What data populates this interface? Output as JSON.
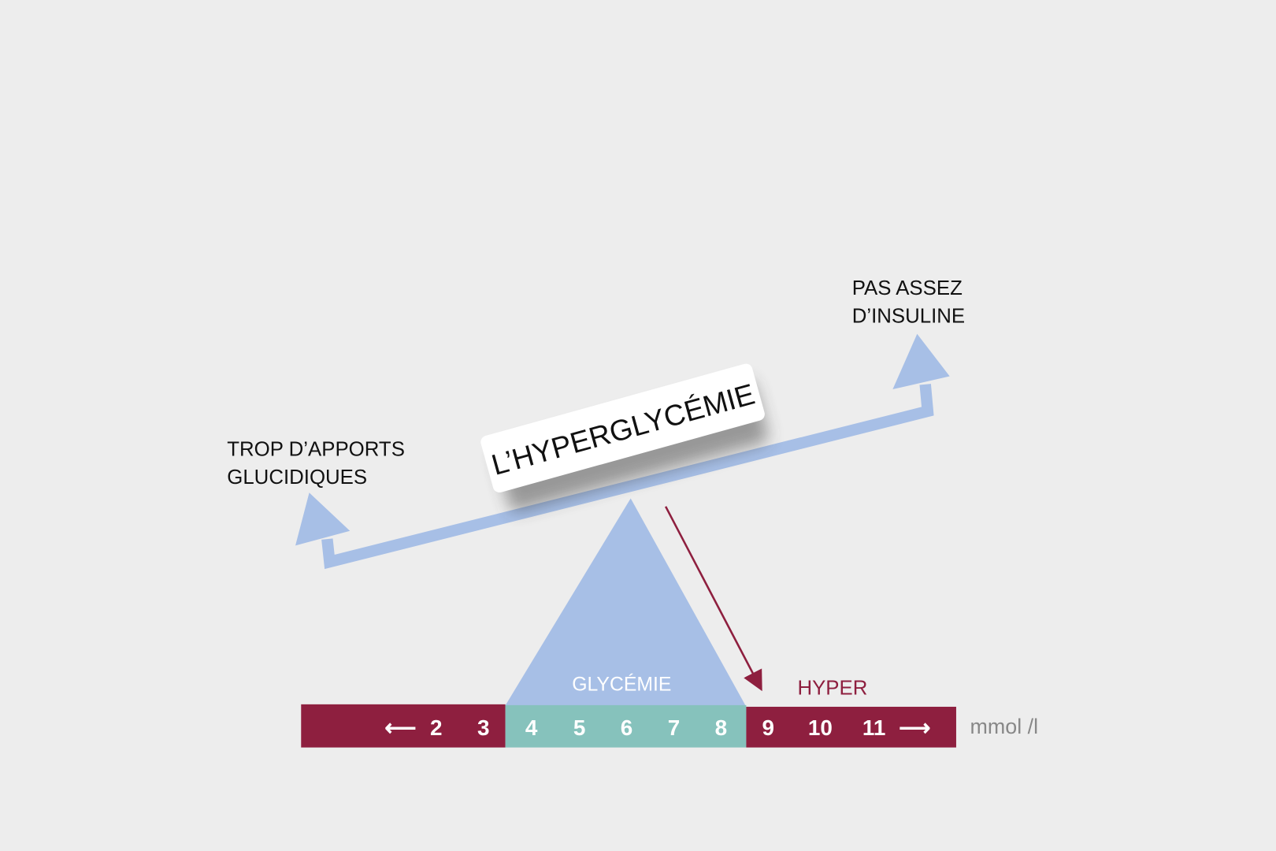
{
  "title": "L’HYPERGLYCÉMIE",
  "left_cause": [
    "TROP D’APPORTS",
    "GLUCIDIQUES"
  ],
  "right_cause": [
    "PAS ASSEZ",
    "D’INSULINE"
  ],
  "fulcrum_label": "GLYCÉMIE",
  "zone_label": "HYPER",
  "scale": {
    "left_arrow": "⟵",
    "right_arrow": "⟶",
    "low_values": [
      "2",
      "3"
    ],
    "normal_values": [
      "4",
      "5",
      "6",
      "7",
      "8"
    ],
    "high_values": [
      "9",
      "10",
      "11"
    ],
    "unit": "mmol /l"
  },
  "colors": {
    "background": "#ededed",
    "danger": "#8e1f3f",
    "normal": "#86c2bc",
    "balance": "#a7bfe6",
    "unit_text": "#888888"
  }
}
